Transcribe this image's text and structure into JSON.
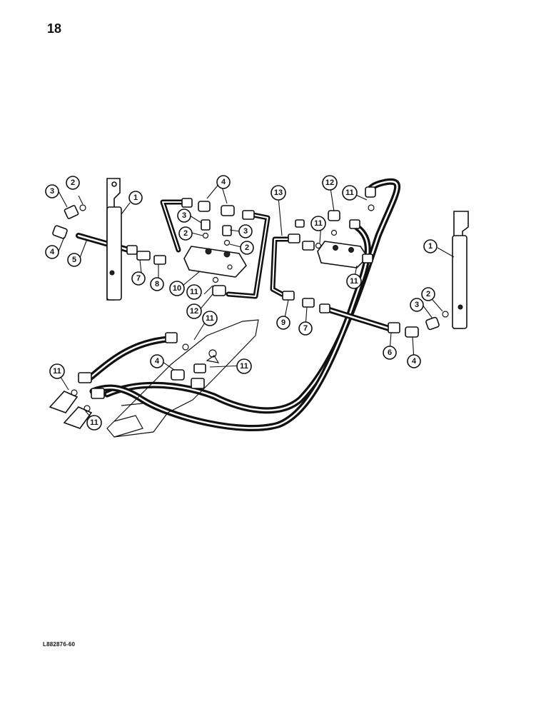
{
  "page": {
    "number": "18",
    "figure_code": "L882876-60"
  },
  "callouts": [
    "1",
    "2",
    "3",
    "4",
    "5",
    "6",
    "7",
    "8",
    "9",
    "10",
    "11",
    "12",
    "13"
  ]
}
